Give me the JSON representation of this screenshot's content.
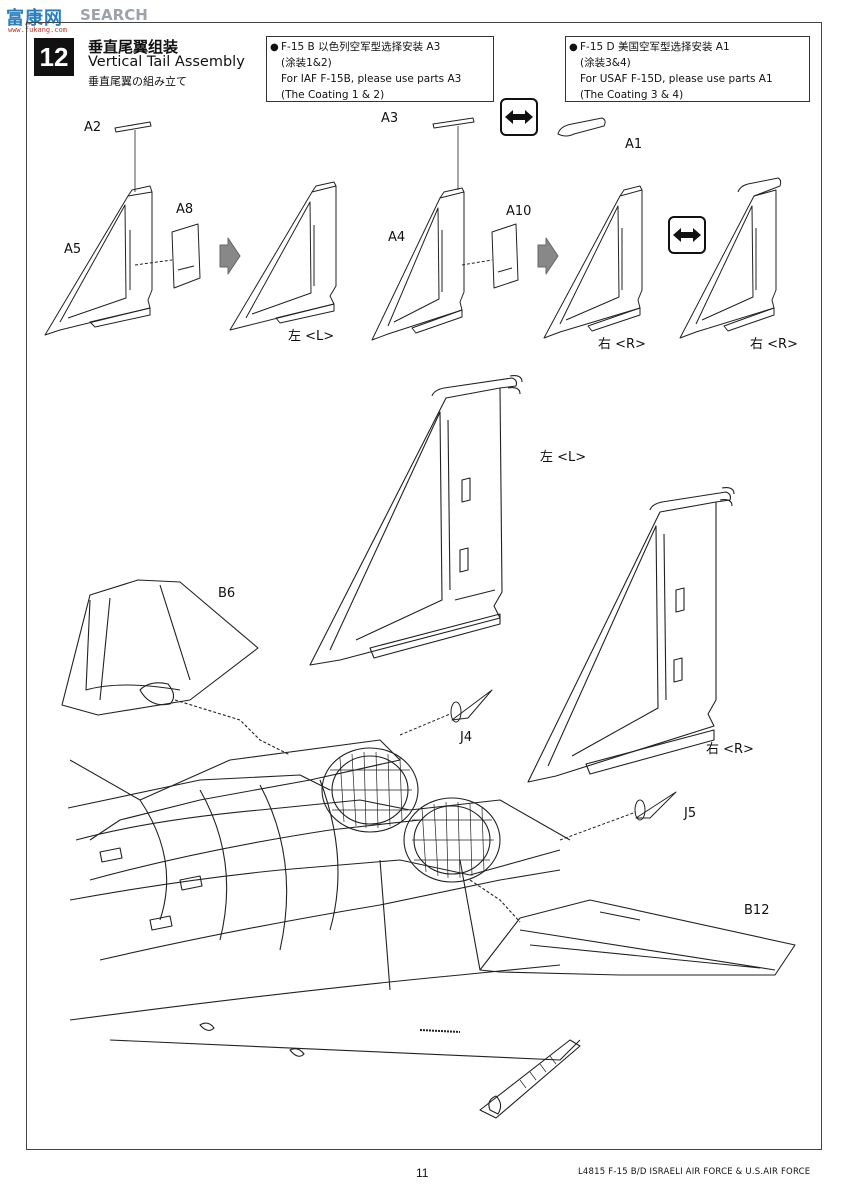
{
  "watermark": {
    "cn": "富康网",
    "en": "SEARCH",
    "url": "www.fukang.com"
  },
  "step": {
    "number": "12",
    "title_cn": "垂直尾翼组装",
    "title_en": "Vertical Tail Assembly",
    "title_jp": "垂直尾翼の組み立て"
  },
  "notes": [
    {
      "line1": "F-15 B  以色列空军型选择安装 A3",
      "line2": "(涂装1&2)",
      "line3": "For IAF F-15B, please use parts A3",
      "line4": "(The Coating 1 & 2)"
    },
    {
      "line1": "F-15 D  美国空军型选择安装 A1",
      "line2": "(涂装3&4)",
      "line3": "For USAF F-15D, please use parts A1",
      "line4": "(The Coating 3 & 4)"
    }
  ],
  "parts": {
    "a2": "A2",
    "a5": "A5",
    "a8": "A8",
    "a3": "A3",
    "a4": "A4",
    "a10": "A10",
    "a1": "A1",
    "b6": "B6",
    "j4": "J4",
    "j5": "J5",
    "b12": "B12"
  },
  "sides": {
    "left_1": "左 <L>",
    "right_1": "右 <R>",
    "right_2": "右 <R>",
    "left_big": "左 <L>",
    "right_big": "右 <R>"
  },
  "footer": {
    "page": "11",
    "text": "L4815  F-15 B/D ISRAELI AIR FORCE & U.S.AIR FORCE"
  }
}
